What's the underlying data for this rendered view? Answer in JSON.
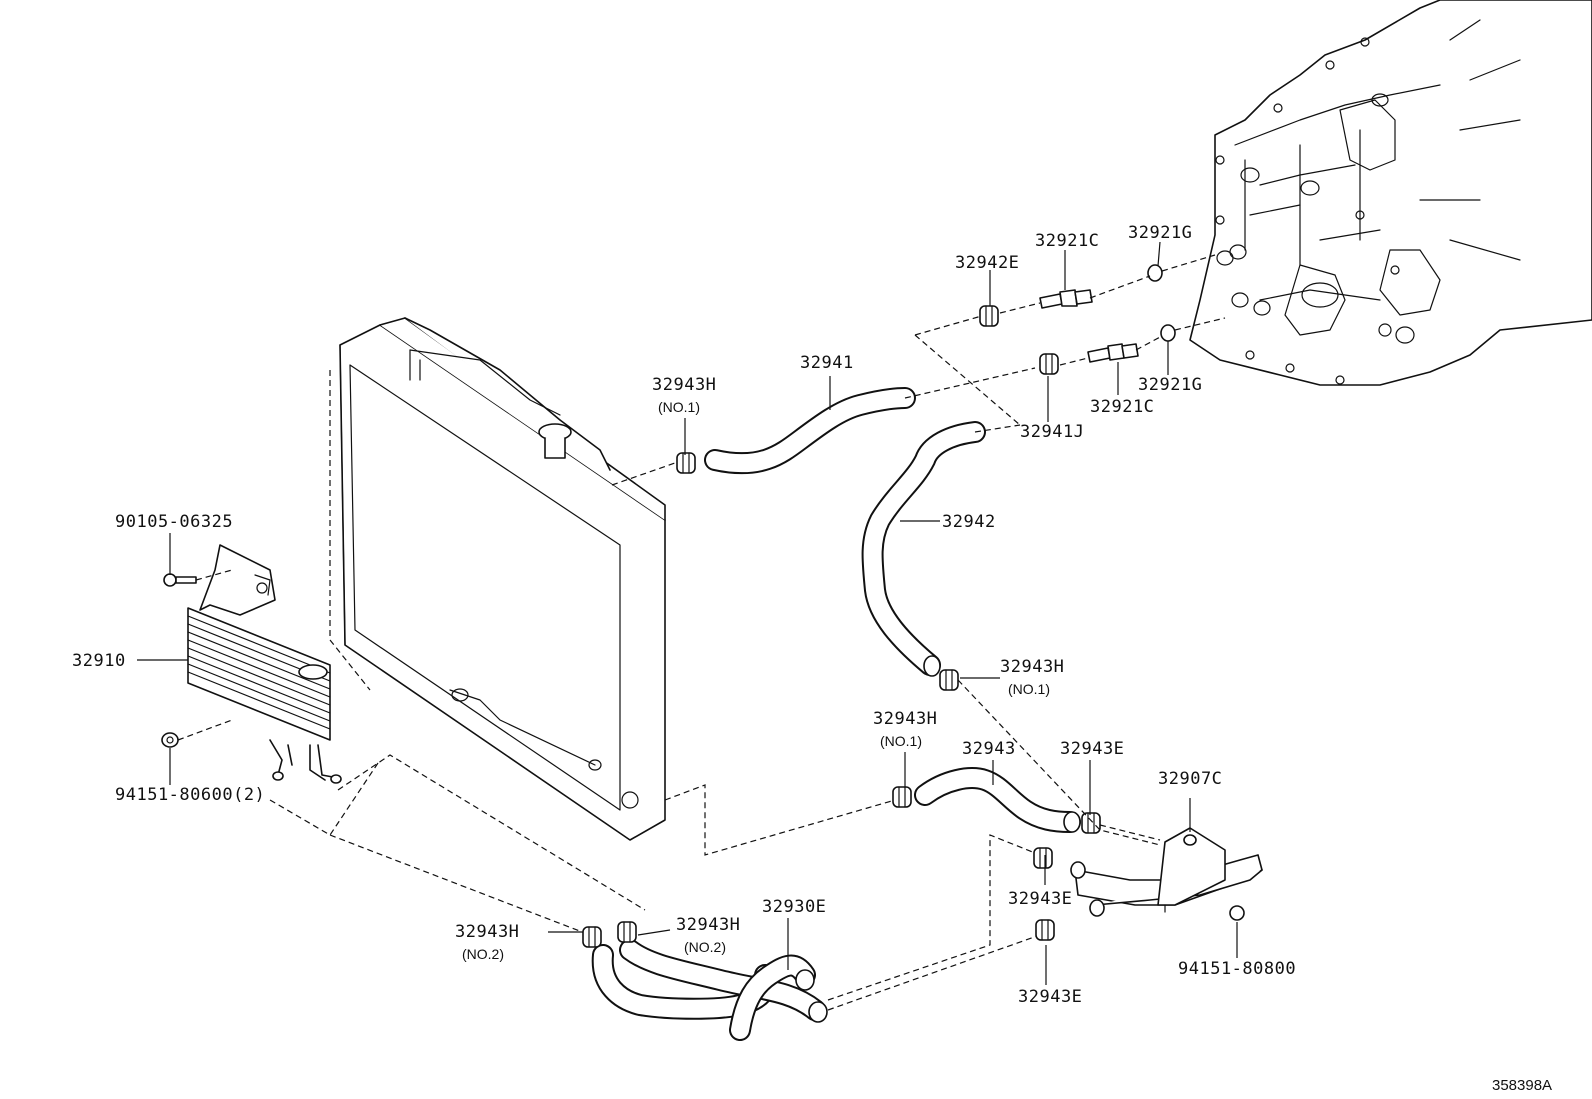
{
  "diagram": {
    "part_numbers": {
      "p32941": "32941",
      "p32942": "32942",
      "p32943": "32943",
      "p32910": "32910",
      "p32930E": "32930E",
      "p32907C": "32907C",
      "p32941J": "32941J",
      "p32942E": "32942E",
      "p32921C_top": "32921C",
      "p32921C_bottom": "32921C",
      "p32921G_top": "32921G",
      "p32921G_bottom": "32921G",
      "p32943H_top": "32943H",
      "p32943H_right": "32943H",
      "p32943H_mid": "32943H",
      "p32943H_bl": "32943H",
      "p32943H_bc": "32943H",
      "p32943E_mid": "32943E",
      "p32943E_low": "32943E",
      "p32943E_bottom": "32943E",
      "p90105": "90105-06325",
      "p94151_left": "94151-80600(2)",
      "p94151_right": "94151-80800"
    },
    "sub_labels": {
      "no1_top": "(NO.1)",
      "no1_right": "(NO.1)",
      "no1_mid": "(NO.1)",
      "no2_bl": "(NO.2)",
      "no2_bc": "(NO.2)"
    },
    "reference_code": "358398A",
    "components": [
      "radiator",
      "oil-cooler",
      "transmission-case",
      "hose-32941",
      "hose-32942",
      "hose-32943",
      "tube-32930E",
      "bracket-32907C",
      "clip",
      "union-fitting",
      "o-ring",
      "bolt",
      "nut"
    ]
  }
}
